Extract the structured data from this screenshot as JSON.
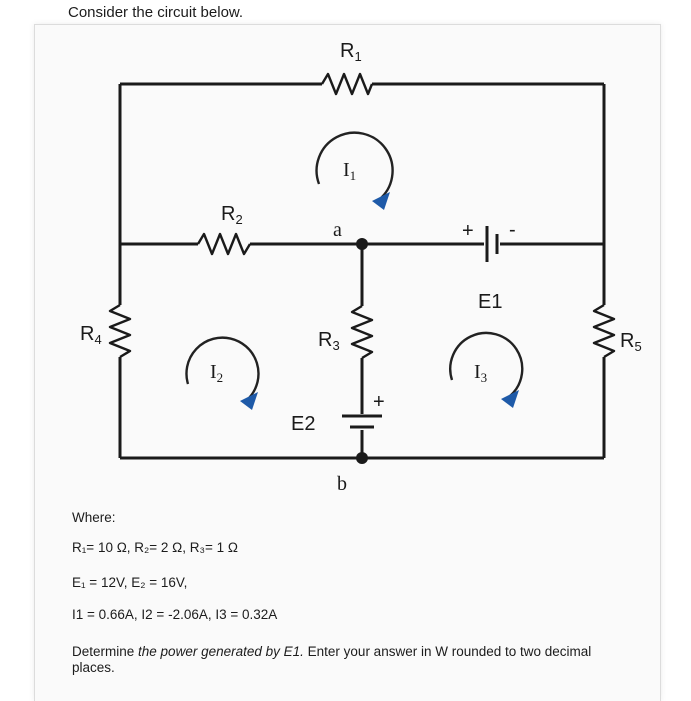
{
  "header": {
    "intro": "Consider the circuit below."
  },
  "circuit": {
    "labels": {
      "r1": "R",
      "r1_sub": "1",
      "r2": "R",
      "r2_sub": "2",
      "r3": "R",
      "r3_sub": "3",
      "r4": "R",
      "r4_sub": "4",
      "r5": "R",
      "r5_sub": "5",
      "i1": "I",
      "i1_sub": "1",
      "i2": "I",
      "i2_sub": "2",
      "i3": "I",
      "i3_sub": "3",
      "node_a": "a",
      "node_b": "b",
      "e1": "E1",
      "e2": "E2",
      "plus": "+",
      "minus": "-"
    },
    "colors": {
      "arrow": "#1e5aa8",
      "wire": "#1a1a1a"
    }
  },
  "givens": {
    "where": "Where:",
    "resistors": "R₁= 10 Ω, R₂= 2 Ω, R₃= 1 Ω",
    "sources": "E₁ = 12V, E₂ = 16V,",
    "currents": "I1 = 0.66A, I2 = -2.06A, I3 = 0.32A"
  },
  "question": {
    "part1": "Determine ",
    "part2_italic": "the power generated by E1.",
    "part3": " Enter your answer in W rounded to two decimal places."
  }
}
